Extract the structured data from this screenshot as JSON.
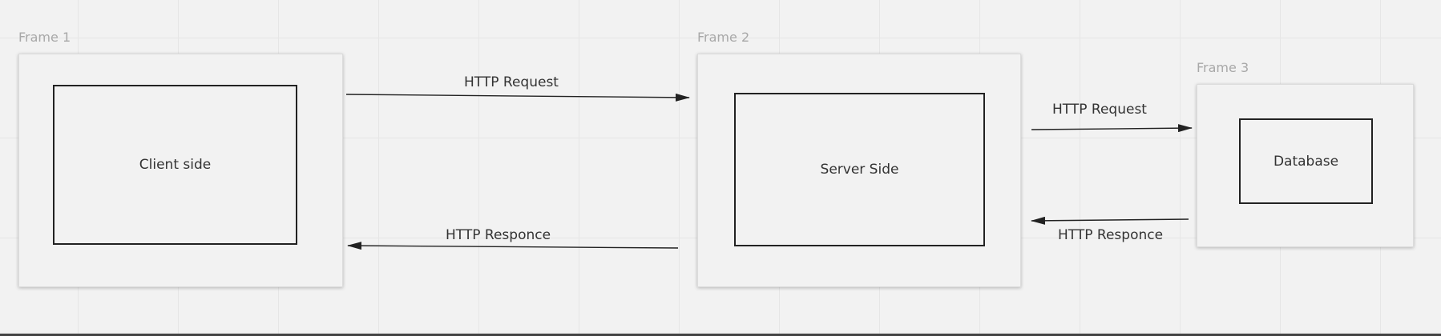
{
  "frames": [
    {
      "label": "Frame 1",
      "node_label": "Client side"
    },
    {
      "label": "Frame 2",
      "node_label": "Server Side"
    },
    {
      "label": "Frame 3",
      "node_label": "Database"
    }
  ],
  "edges": [
    {
      "label": "HTTP Request"
    },
    {
      "label": "HTTP Responce"
    },
    {
      "label": "HTTP Request"
    },
    {
      "label": "HTTP Responce"
    }
  ],
  "colors": {
    "canvas_background": "#f2f2f2",
    "grid_line": "#e6e6e6",
    "frame_label": "#a8a8a8",
    "node_border": "#222222",
    "arrow": "#222222",
    "text": "#333333"
  }
}
